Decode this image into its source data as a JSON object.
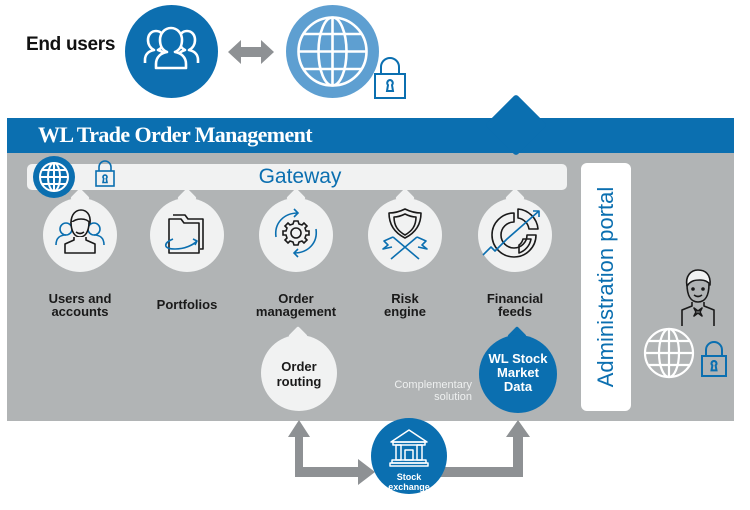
{
  "top": {
    "end_users_label": "End users",
    "icons": [
      "users-group-icon",
      "bidirectional-arrow-icon",
      "globe-icon",
      "lock-icon"
    ]
  },
  "header": {
    "title": "WL Trade Order Management"
  },
  "gateway": {
    "label": "Gateway",
    "icons": [
      "globe-icon",
      "lock-icon"
    ]
  },
  "modules": [
    {
      "id": "users-accounts",
      "line1": "Users and",
      "line2": "accounts",
      "icon": "users-accounts-icon"
    },
    {
      "id": "portfolios",
      "line1": "Portfolios",
      "line2": "",
      "icon": "folder-icon"
    },
    {
      "id": "order-management",
      "line1": "Order",
      "line2": "management",
      "icon": "gear-cycle-icon"
    },
    {
      "id": "risk-engine",
      "line1": "Risk",
      "line2": "engine",
      "icon": "shield-flags-icon"
    },
    {
      "id": "financial-feeds",
      "line1": "Financial",
      "line2": "feeds",
      "icon": "donut-chart-trend-icon"
    }
  ],
  "sub_modules": {
    "order_routing": {
      "line1": "Order",
      "line2": "routing"
    },
    "wl_stock": {
      "line1": "WL Stock",
      "line2": "Market",
      "line3": "Data"
    },
    "complementary": {
      "line1": "Complementary",
      "line2": "solution"
    }
  },
  "admin": {
    "label": "Administration portal",
    "icons": [
      "admin-person-icon",
      "globe-icon",
      "lock-icon"
    ]
  },
  "exchange": {
    "line1": "Stock",
    "line2": "exchange",
    "icon": "bank-building-icon"
  },
  "colors": {
    "brand_blue": "#0b6fb0",
    "light_blue": "#5e9fd1",
    "panel_gray": "#b1b4b5",
    "bubble": "#f1f2f2",
    "arrow_gray": "#8e9194"
  }
}
